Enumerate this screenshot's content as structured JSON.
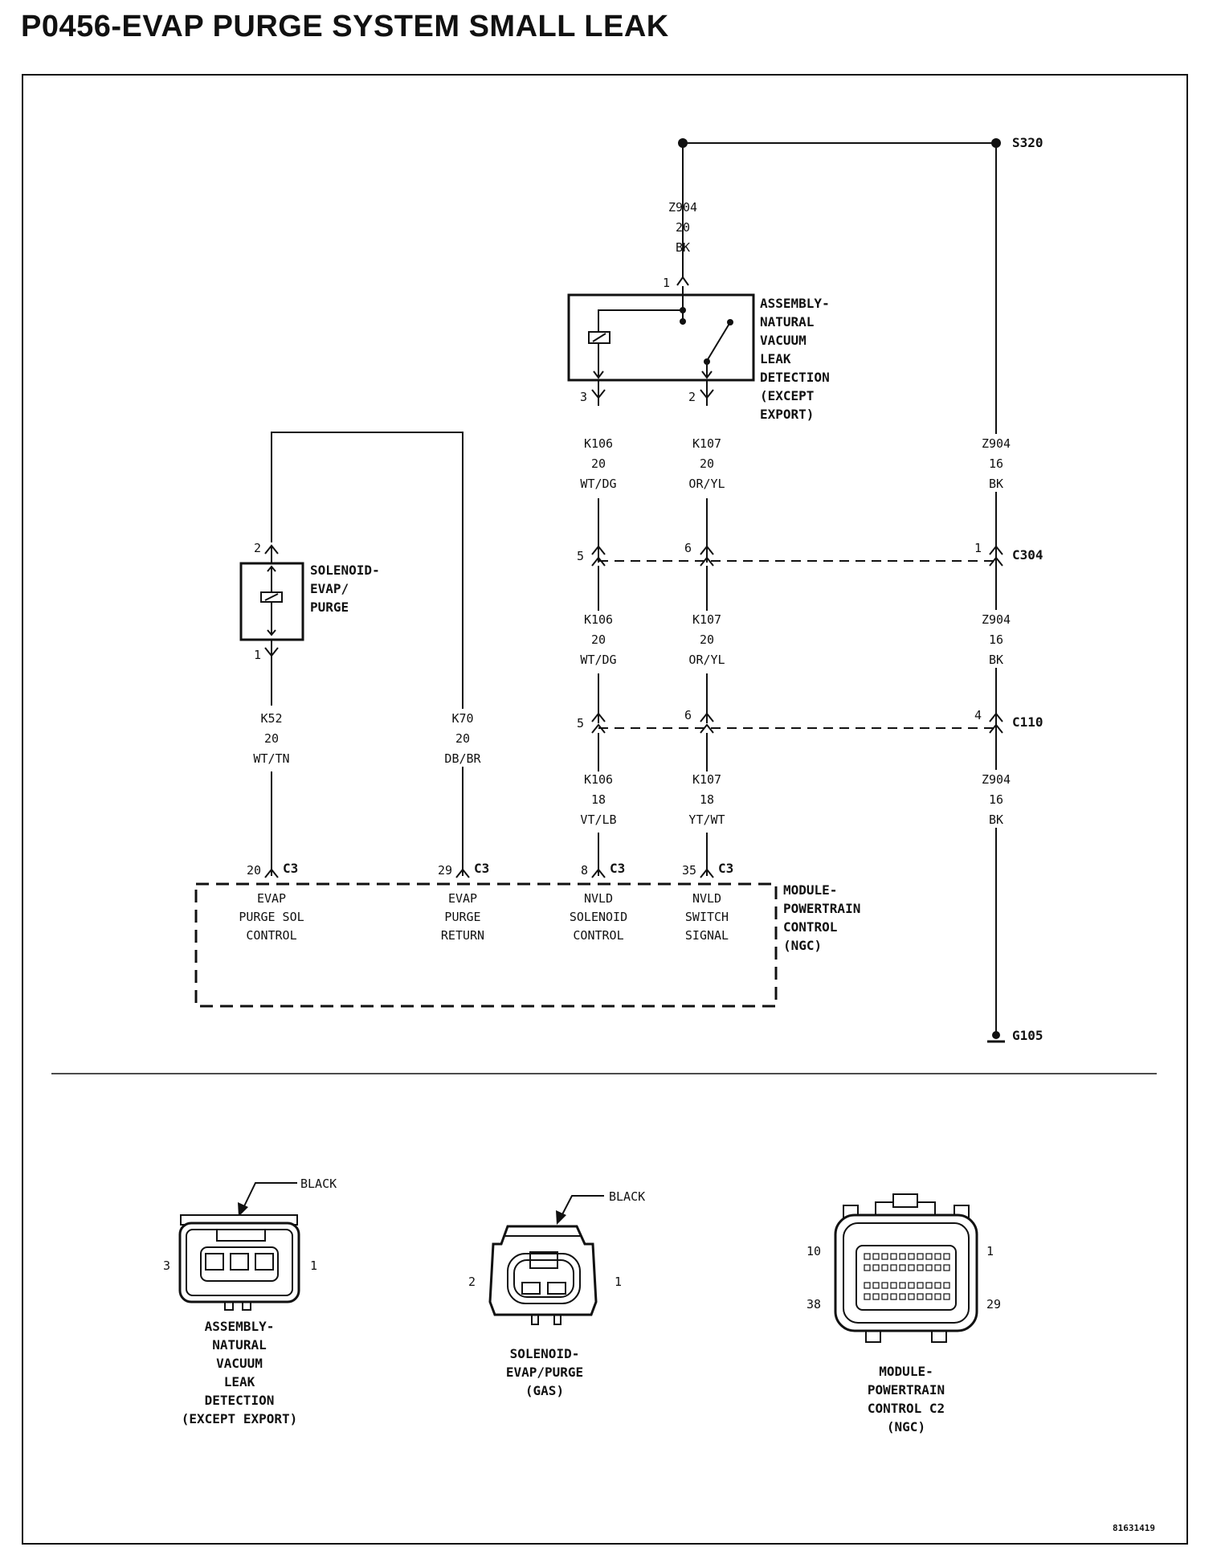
{
  "title": "P0456-EVAP PURGE SYSTEM SMALL LEAK",
  "splice": "S320",
  "ground": "G105",
  "connectors": {
    "c304": "C304",
    "c110": "C110",
    "c3": "C3"
  },
  "nvld": {
    "lines": [
      "ASSEMBLY-",
      "NATURAL",
      "VACUUM",
      "LEAK",
      "DETECTION",
      "(EXCEPT",
      "EXPORT)"
    ],
    "pins": {
      "p1": "1",
      "p2": "2",
      "p3": "3"
    }
  },
  "solenoid": {
    "lines": [
      "SOLENOID-",
      "EVAP/",
      "PURGE"
    ],
    "pins": {
      "p1": "1",
      "p2": "2"
    }
  },
  "pcm": {
    "lines": [
      "MODULE-",
      "POWERTRAIN",
      "CONTROL",
      "(NGC)"
    ],
    "pins": [
      "20",
      "29",
      "8",
      "35"
    ],
    "functions": [
      [
        "EVAP",
        "PURGE SOL",
        "CONTROL"
      ],
      [
        "EVAP",
        "PURGE",
        "RETURN"
      ],
      [
        "NVLD",
        "SOLENOID",
        "CONTROL"
      ],
      [
        "NVLD",
        "SWITCH",
        "SIGNAL"
      ]
    ]
  },
  "wires": {
    "z904_top": [
      "Z904",
      "20",
      "BK"
    ],
    "k106_a": [
      "K106",
      "20",
      "WT/DG"
    ],
    "k107_a": [
      "K107",
      "20",
      "OR/YL"
    ],
    "z904_a": [
      "Z904",
      "16",
      "BK"
    ],
    "k106_b": [
      "K106",
      "20",
      "WT/DG"
    ],
    "k107_b": [
      "K107",
      "20",
      "OR/YL"
    ],
    "z904_b": [
      "Z904",
      "16",
      "BK"
    ],
    "k52": [
      "K52",
      "20",
      "WT/TN"
    ],
    "k70": [
      "K70",
      "20",
      "DB/BR"
    ],
    "k106_c": [
      "K106",
      "18",
      "VT/LB"
    ],
    "k107_c": [
      "K107",
      "18",
      "YT/WT"
    ],
    "z904_c": [
      "Z904",
      "16",
      "BK"
    ]
  },
  "c304_pins": [
    "5",
    "6",
    "1"
  ],
  "c110_pins": [
    "5",
    "6",
    "4"
  ],
  "connector_views": {
    "nvld": {
      "color": "BLACK",
      "pin_left": "3",
      "pin_right": "1",
      "lines": [
        "ASSEMBLY-",
        "NATURAL",
        "VACUUM",
        "LEAK",
        "DETECTION",
        "(EXCEPT EXPORT)"
      ]
    },
    "solenoid": {
      "color": "BLACK",
      "pin_left": "2",
      "pin_right": "1",
      "lines": [
        "SOLENOID-",
        "EVAP/PURGE",
        "(GAS)"
      ]
    },
    "pcm": {
      "pins": {
        "top_left": "10",
        "top_right": "1",
        "bottom_left": "38",
        "bottom_right": "29"
      },
      "lines": [
        "MODULE-",
        "POWERTRAIN",
        "CONTROL C2",
        "(NGC)"
      ]
    }
  },
  "figure_id": "81631419"
}
